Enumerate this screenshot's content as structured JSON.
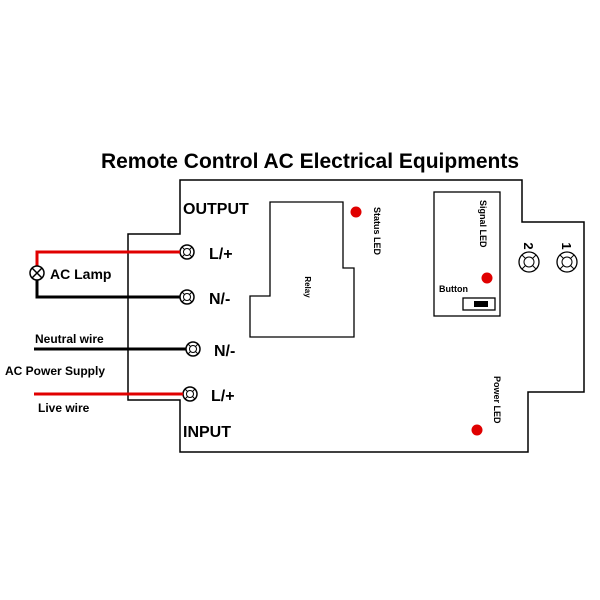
{
  "title": "Remote Control AC Electrical Equipments",
  "labels": {
    "output": "OUTPUT",
    "input": "INPUT",
    "status_led": "Status LED",
    "signal_led": "Signal LED",
    "power_led": "Power LED",
    "relay": "Relay",
    "button": "Button",
    "ac_lamp": "AC Lamp",
    "neutral_wire": "Neutral wire",
    "ac_power_supply": "AC Power Supply",
    "live_wire": "Live wire",
    "terminal_l_out": "L/+",
    "terminal_n_out": "N/-",
    "terminal_n_in": "N/-",
    "terminal_l_in": "L/+",
    "antenna_1": "1",
    "antenna_2": "2"
  },
  "colors": {
    "wire_live": "#e00000",
    "wire_neutral": "#000000",
    "led": "#e00000",
    "outline": "#000000"
  }
}
